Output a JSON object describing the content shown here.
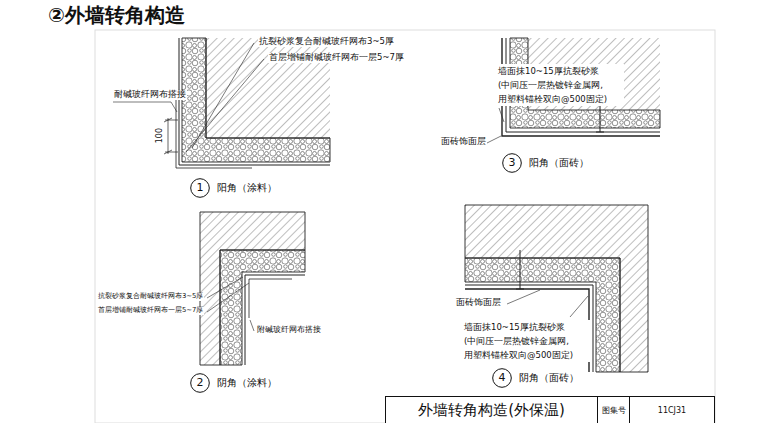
{
  "diagram": {
    "title": "②外墙转角构造",
    "nodes": [
      {
        "text": [
          "1"
        ]
      },
      {
        "text": [
          "3"
        ]
      },
      {
        "text": [
          "2"
        ]
      },
      {
        "text": [
          "4"
        ]
      },
      {
        "text": [
          "外墙转角构造(外保温)",
          "图集号",
          "11CJ31"
        ]
      }
    ],
    "labels": [
      "抗裂砂浆复合耐碱玻纤网布3~5厚",
      "首层增铺耐碱玻纤网布一层5~7厚",
      "耐碱玻纤网布搭接",
      "100",
      "阳角（涂料）",
      "墙面抹10~15厚抗裂砂浆 (中间压一层热镀锌金属网, 用塑料锚栓双向@500固定)",
      "面砖饰面层",
      "阳角（面砖）",
      "抗裂砂浆复合耐碱玻纤网布3~5厚",
      "首层增铺耐碱玻纤网布一层5~7厚",
      "附碱玻纤网布搭接",
      "阴角（涂料）",
      "面砖饰面层",
      "墙面抹10~15厚抗裂砂浆 (中间压一层热镀锌金属网, 用塑料锚栓双向@500固定)",
      "阴角（面砖）"
    ]
  }
}
